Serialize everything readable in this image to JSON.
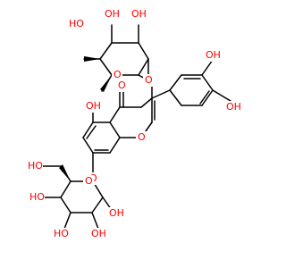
{
  "colors": {
    "bond": "#000000",
    "oxygen": "#ff0000",
    "background": "#ffffff"
  },
  "labels": {
    "rha_oh_top_left": "HO",
    "rha_oh_top_mid": "OH",
    "rha_oh_top_right": "OH",
    "rha_ring_o": "O",
    "link_o_rha": "O",
    "carbonyl_o": "O",
    "catechol_oh_top": "OH",
    "catechol_oh_mid": "OH",
    "c5_oh": "OH",
    "pyran_o": "O",
    "c5_oh_prefix": "H",
    "link_o_glc": "O",
    "glc_ch2oh": "HO",
    "glc_ring_o": "O",
    "glc_oh_left": "HO",
    "glc_oh_mid": "HO",
    "glc_oh_mid2": "OH",
    "glc_oh_right": "OH"
  }
}
